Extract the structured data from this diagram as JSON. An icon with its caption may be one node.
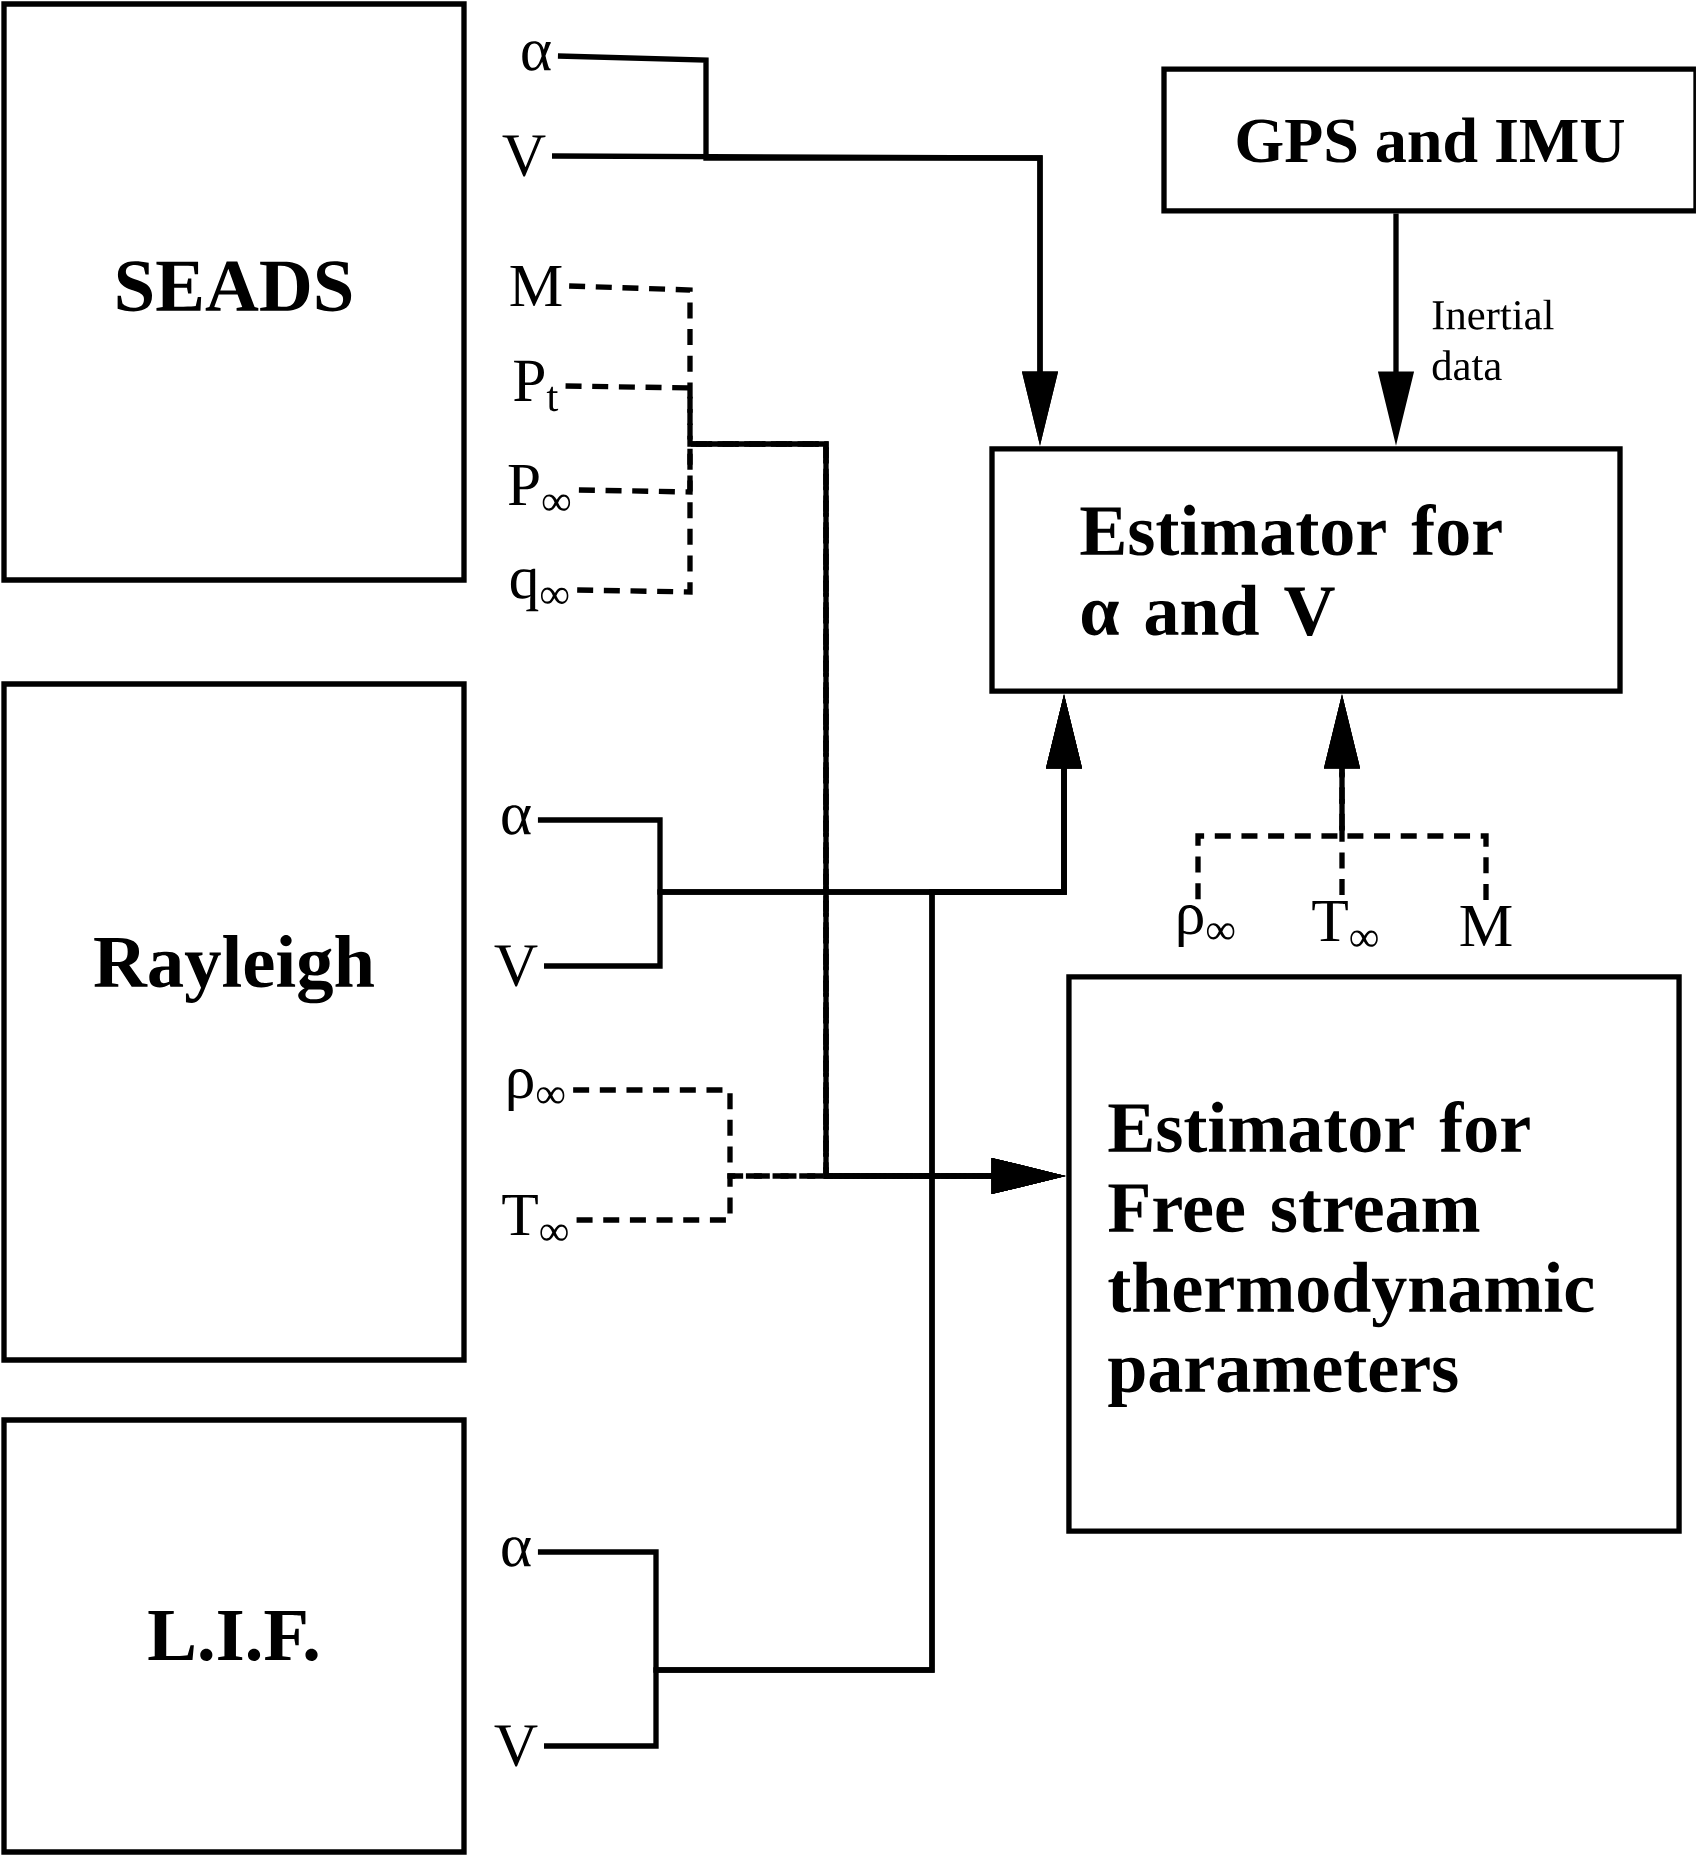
{
  "diagram": {
    "nodes": [
      {
        "text": [
          "SEADS"
        ]
      },
      {
        "text": [
          "Rayleigh"
        ]
      },
      {
        "text": [
          "L.I.F."
        ]
      },
      {
        "text": [
          "GPS and IMU"
        ]
      },
      {
        "text": [
          "Estimator for α and V"
        ]
      },
      {
        "text": [
          "Estimator for Free stream thermodynamic parameters"
        ]
      },
      {
        "text": [
          "α"
        ]
      },
      {
        "text": [
          "V"
        ]
      },
      {
        "text": [
          "M"
        ]
      },
      {
        "text": [
          "P$_{t}$"
        ]
      },
      {
        "text": [
          "P$_{∞}$"
        ]
      },
      {
        "text": [
          "q$_{∞}$"
        ]
      },
      {
        "text": [
          "α"
        ]
      },
      {
        "text": [
          "V"
        ]
      },
      {
        "text": [
          "ρ$_{∞}$"
        ]
      },
      {
        "text": [
          "T$_{∞}$"
        ]
      },
      {
        "text": [
          "α"
        ]
      },
      {
        "text": [
          "V"
        ]
      },
      {
        "text": [
          "ρ$_{∞}$"
        ]
      },
      {
        "text": [
          "T$_{∞}$"
        ]
      },
      {
        "text": [
          "M"
        ]
      }
    ],
    "edges": [
      {
        "from": 6,
        "to": 4,
        "arrow": "to"
      },
      {
        "from": 7,
        "to": 4,
        "arrow": "to"
      },
      {
        "from": 3,
        "to": 4,
        "arrow": "to",
        "label": "Inertial data"
      },
      {
        "from": 8,
        "to": 5,
        "arrow": "to",
        "style": "dashed"
      },
      {
        "from": 9,
        "to": 5,
        "arrow": "to",
        "style": "dashed"
      },
      {
        "from": 10,
        "to": 5,
        "arrow": "to",
        "style": "dashed"
      },
      {
        "from": 11,
        "to": 5,
        "arrow": "to",
        "style": "dashed"
      },
      {
        "from": 12,
        "to": 4,
        "arrow": "to"
      },
      {
        "from": 13,
        "to": 4,
        "arrow": "to"
      },
      {
        "from": 14,
        "to": 5,
        "arrow": "to",
        "style": "dashed"
      },
      {
        "from": 15,
        "to": 5,
        "arrow": "to",
        "style": "dashed"
      },
      {
        "from": 16,
        "to": 4,
        "arrow": "to"
      },
      {
        "from": 17,
        "to": 4,
        "arrow": "to"
      },
      {
        "from": 18,
        "to": 4,
        "arrow": "to",
        "style": "dashed"
      },
      {
        "from": 19,
        "to": 4,
        "arrow": "to",
        "style": "dashed"
      },
      {
        "from": 20,
        "to": 4,
        "arrow": "to",
        "style": "dashed"
      }
    ]
  }
}
